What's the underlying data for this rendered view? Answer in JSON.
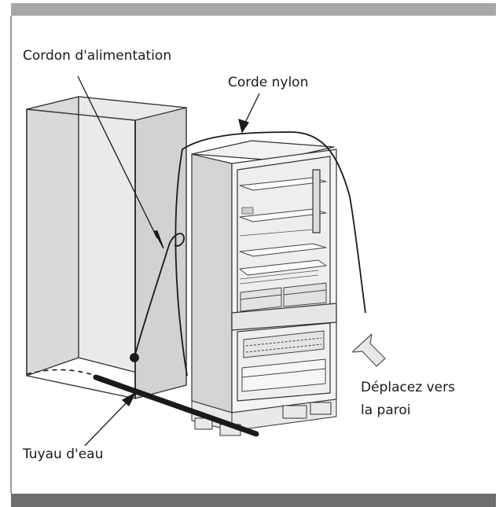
{
  "labels": {
    "power_cord": "Cordon d'alimentation",
    "nylon_rope": "Corde nylon",
    "move_line1": "Déplacez vers",
    "move_line2": "la paroi",
    "water_pipe": "Tuyau d'eau"
  },
  "colors": {
    "top_bar": "#a7a7a7",
    "bottom_bar": "#6e6e6e",
    "cabinet_fill": "#e4e4e4",
    "cabinet_side": "#cfcfcf",
    "line": "#1a1a1a",
    "arrow_fill": "#e8e8e8"
  }
}
